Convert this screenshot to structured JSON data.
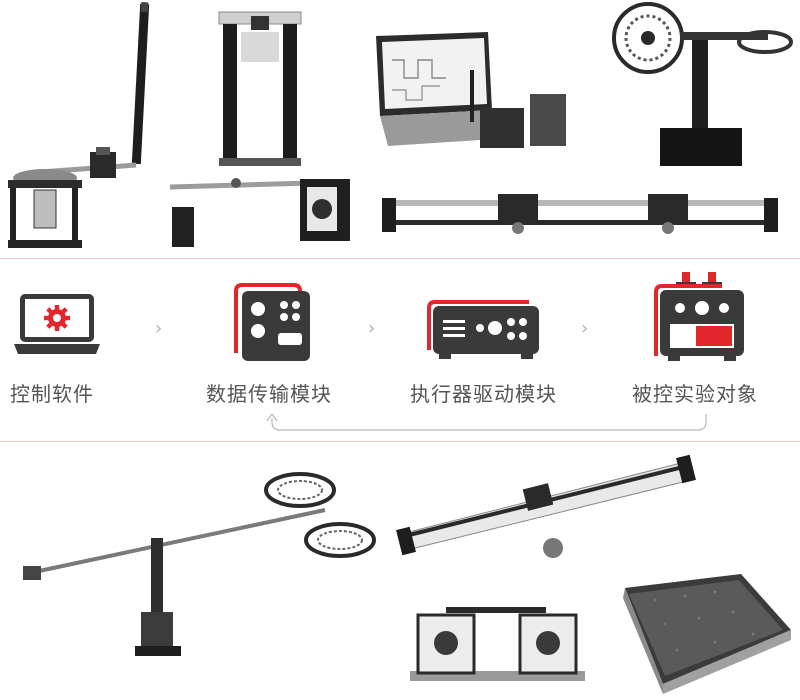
{
  "workflow": {
    "steps": [
      {
        "label": "控制软件",
        "icon": "laptop-gear-icon"
      },
      {
        "label": "数据传输模块",
        "icon": "data-module-icon"
      },
      {
        "label": "执行器驱动模块",
        "icon": "amplifier-module-icon"
      },
      {
        "label": "被控实验对象",
        "icon": "plant-device-icon"
      }
    ],
    "arrow_glyph": "›",
    "feedback": "feedback-arrow-icon"
  },
  "equipment": {
    "top": [
      "rotary-inverted-pendulum",
      "ball-and-beam-frame",
      "laptop-control-station",
      "aero-fan-rig",
      "ball-and-beam-servo",
      "linear-cart-track"
    ],
    "bottom": [
      "2dof-helicopter",
      "seesaw-cart",
      "twin-servo-coupled",
      "xy-motion-stage"
    ]
  },
  "colors": {
    "accent": "#e1262c",
    "icon_dark": "#3a3a3a",
    "divider": "#f2c9c9",
    "text": "#555555"
  }
}
